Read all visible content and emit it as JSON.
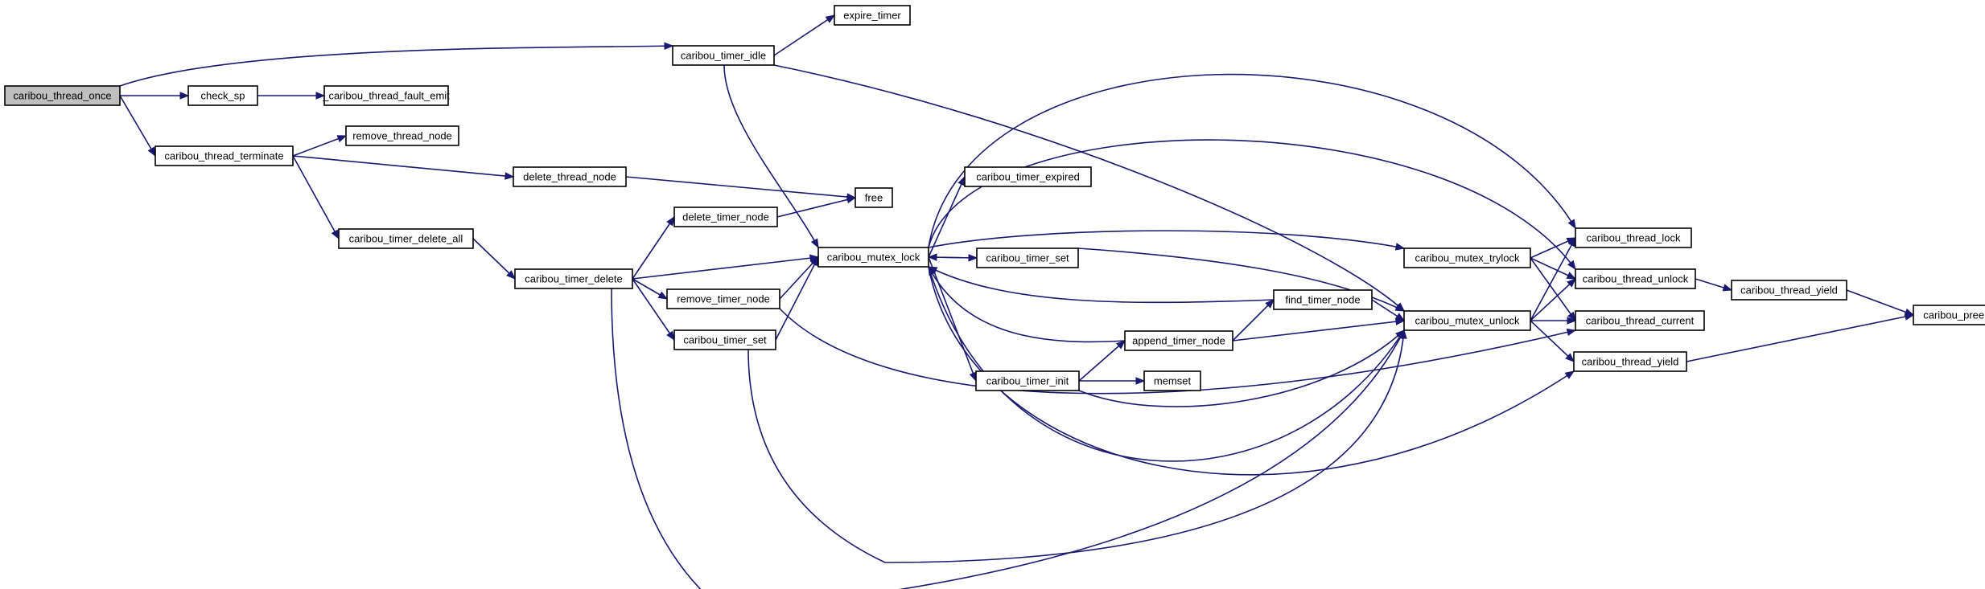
{
  "diagram": {
    "colors": {
      "edge": "#191970",
      "root_fill": "#bfbfbf",
      "node_fill": "#ffffff",
      "node_border": "#000000"
    },
    "nodes": {
      "thread_once": "caribou_thread_once",
      "check_sp": "check_sp",
      "fault_emit": "_caribou_thread_fault_emit",
      "thread_terminate": "caribou_thread_terminate",
      "remove_thread_node": "remove_thread_node",
      "delete_thread_node": "delete_thread_node",
      "timer_delete_all": "caribou_timer_delete_all",
      "timer_idle": "caribou_timer_idle",
      "expire_timer": "expire_timer",
      "free": "free",
      "delete_timer_node": "delete_timer_node",
      "timer_delete": "caribou_timer_delete",
      "mutex_lock": "caribou_mutex_lock",
      "timer_expired": "caribou_timer_expired",
      "timer_set_a": "caribou_timer_set",
      "remove_timer_node": "remove_timer_node",
      "timer_set_b": "caribou_timer_set",
      "timer_init": "caribou_timer_init",
      "memset": "memset",
      "append_timer_node": "append_timer_node",
      "find_timer_node": "find_timer_node",
      "mutex_trylock": "caribou_mutex_trylock",
      "mutex_unlock": "caribou_mutex_unlock",
      "thread_lock": "caribou_thread_lock",
      "thread_unlock": "caribou_thread_unlock",
      "thread_current": "caribou_thread_current",
      "thread_yield_a": "caribou_thread_yield",
      "thread_yield_b": "caribou_thread_yield",
      "preempt": "caribou_preempt"
    }
  }
}
